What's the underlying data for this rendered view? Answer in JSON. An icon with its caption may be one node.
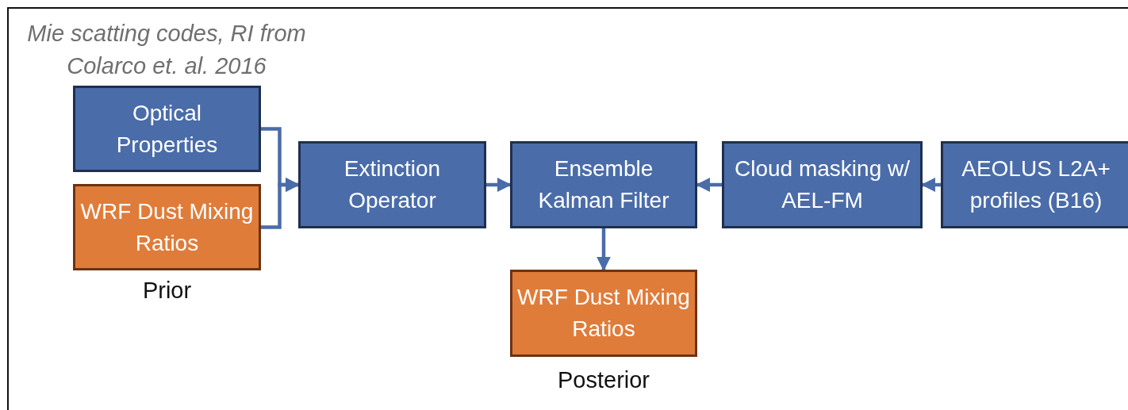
{
  "diagram": {
    "nodes": [
      {
        "text": [
          "Optical Properties"
        ],
        "beside": [
          "Mie scatting codes, RI from Colarco et. al. 2016"
        ]
      },
      {
        "text": [
          "WRF Dust Mixing Ratios"
        ],
        "beside": [
          "Prior"
        ]
      },
      {
        "text": [
          "Extinction Operator"
        ]
      },
      {
        "text": [
          "Ensemble Kalman Filter"
        ]
      },
      {
        "text": [
          "Cloud masking w/ AEL-FM"
        ]
      },
      {
        "text": [
          "AEOLUS L2A+ profiles (B16)"
        ]
      },
      {
        "text": [
          "WRF Dust Mixing Ratios"
        ],
        "beside": [
          "Posterior"
        ]
      }
    ],
    "edges": [
      {
        "from": 0,
        "to": 2,
        "arrow": "to"
      },
      {
        "from": 1,
        "to": 2,
        "arrow": "to"
      },
      {
        "from": 2,
        "to": 3,
        "arrow": "to"
      },
      {
        "from": 4,
        "to": 3,
        "arrow": "to"
      },
      {
        "from": 5,
        "to": 4,
        "arrow": "to"
      },
      {
        "from": 3,
        "to": 6,
        "arrow": "to"
      }
    ]
  }
}
